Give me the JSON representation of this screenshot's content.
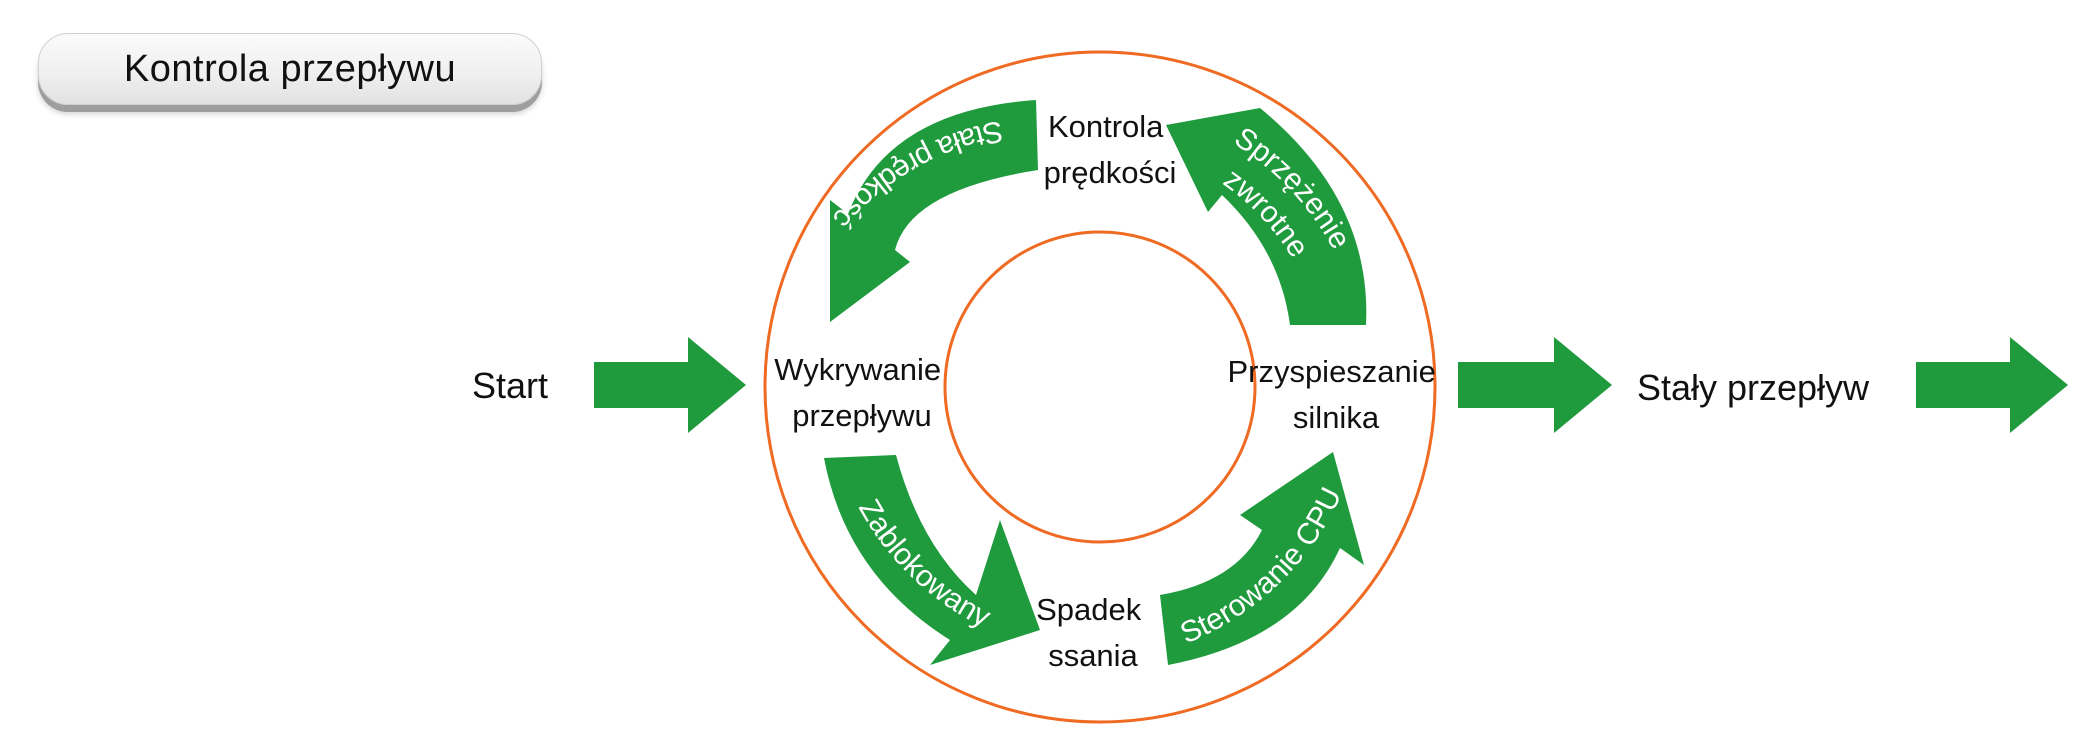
{
  "title": "Kontrola przepływu",
  "flow": {
    "start": "Start",
    "end": "Stały przepływ"
  },
  "cycle": {
    "nodes": {
      "top": [
        "Kontrola",
        "prędkości"
      ],
      "left": [
        "Wykrywanie",
        "przepływu"
      ],
      "right": [
        "Przyspieszanie",
        "silnika"
      ],
      "bottom": [
        "Spadek",
        "ssania"
      ]
    },
    "arrows": {
      "top_left": "Stała prędkość",
      "top_right": [
        "Sprzężenie",
        "zwrotne"
      ],
      "bottom_left": "Zablokowany",
      "bottom_right": "Sterowanie CPU"
    }
  },
  "colors": {
    "arrow": "#1f9a3d",
    "ring": "#ef6a22",
    "text": "#111111",
    "arrow_text": "#ffffff"
  }
}
